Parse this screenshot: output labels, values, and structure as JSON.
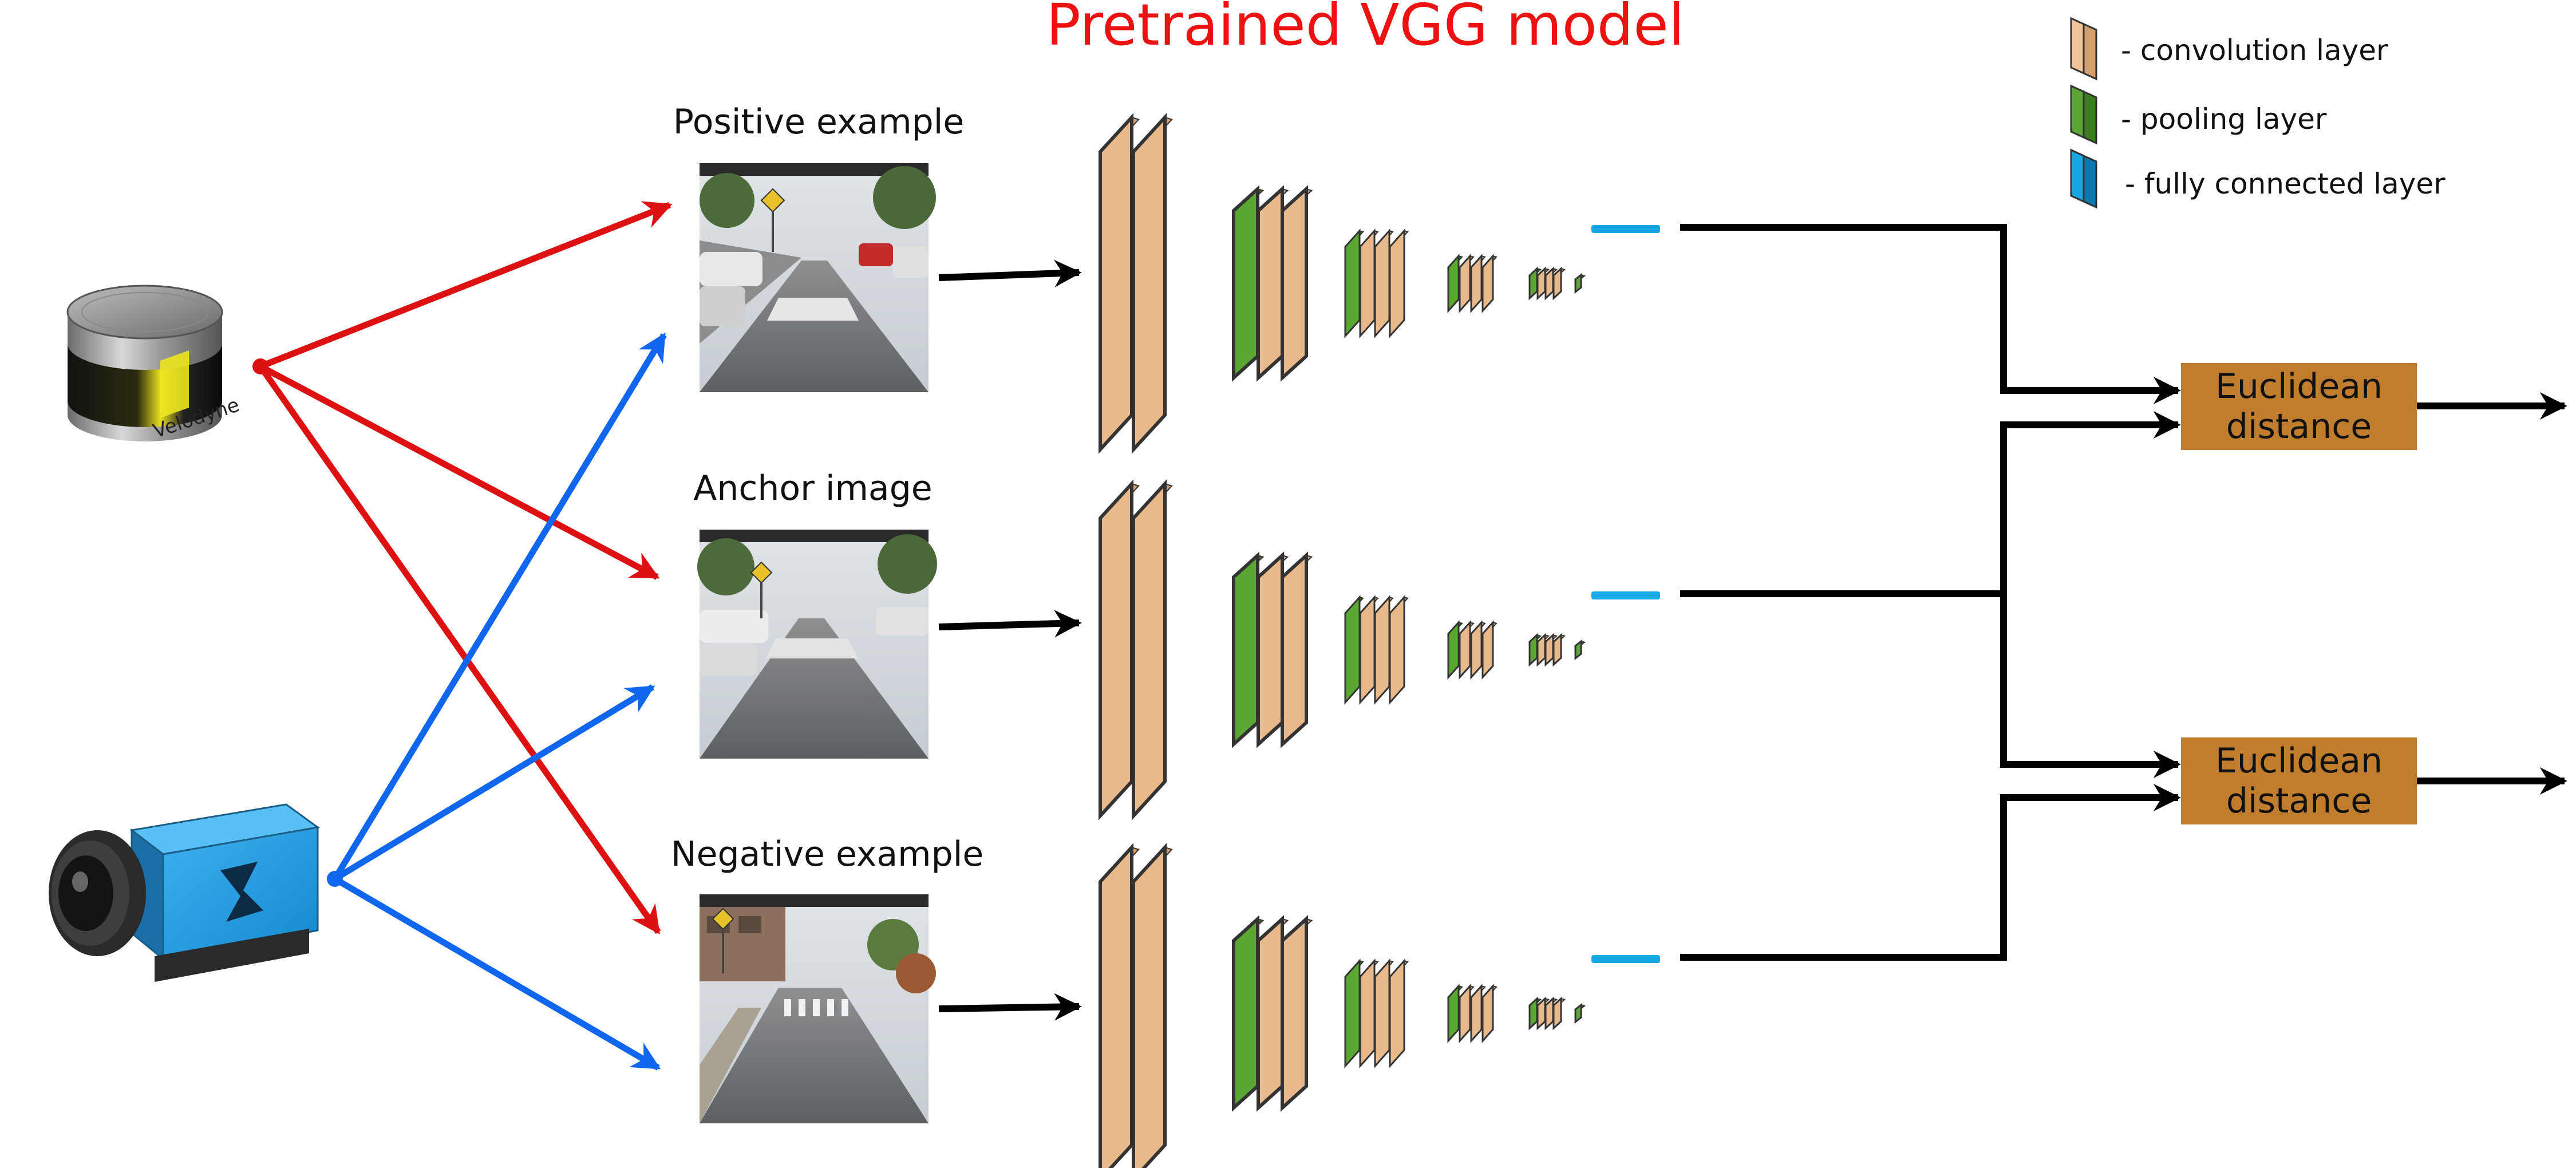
{
  "title": "Pretrained VGG model",
  "legend": [
    {
      "label": "- convolution layer",
      "color": "#f2c398",
      "side": "#d5a070",
      "icon": "convolution-layer-icon"
    },
    {
      "label": "- pooling layer",
      "color": "#5aa832",
      "side": "#3c7d1e",
      "icon": "pooling-layer-icon"
    },
    {
      "label": "- fully connected layer",
      "color": "#16a8e6",
      "side": "#0b78b0",
      "icon": "fully-connected-layer-icon"
    }
  ],
  "inputs": [
    {
      "label": "Positive example"
    },
    {
      "label": "Anchor image"
    },
    {
      "label": "Negative example"
    }
  ],
  "outputs": [
    {
      "line1": "Euclidean",
      "line2": "distance"
    },
    {
      "line1": "Euclidean",
      "line2": "distance"
    }
  ],
  "sensors": {
    "lidar_brand": "Velodyne",
    "lidar_icon": "lidar-sensor-icon",
    "camera_icon": "camera-sensor-icon",
    "camera_brand_icon": "camera-logo-icon"
  },
  "colors": {
    "title": "#ee1111",
    "lidar_arrow": "#dd1111",
    "camera_arrow": "#1166ee",
    "conv_face": "#e9b98c",
    "euclid_box": "#c07d2e"
  }
}
